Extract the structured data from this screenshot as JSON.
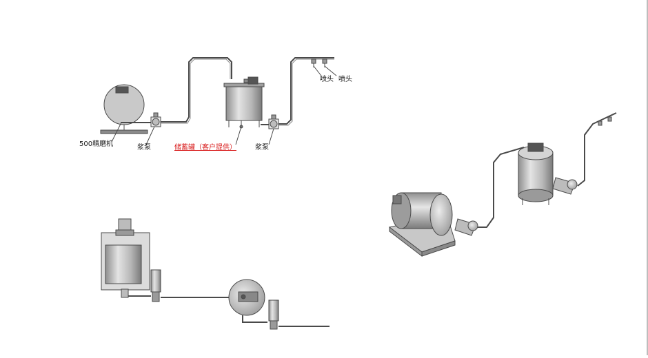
{
  "labels": {
    "grinder": "500精磨机",
    "pump_left": "浆泵",
    "storage_tank": "储蓄罐（客户提供）",
    "pump_right": "浆泵",
    "nozzle_1": "喷头",
    "nozzle_2": "喷头"
  },
  "colors": {
    "line": "#4a4a4a",
    "label_red": "#d91f1f",
    "metal_light": "#d9d9d9",
    "metal_mid": "#a8a8a8",
    "metal_dark": "#6e6e6e"
  }
}
